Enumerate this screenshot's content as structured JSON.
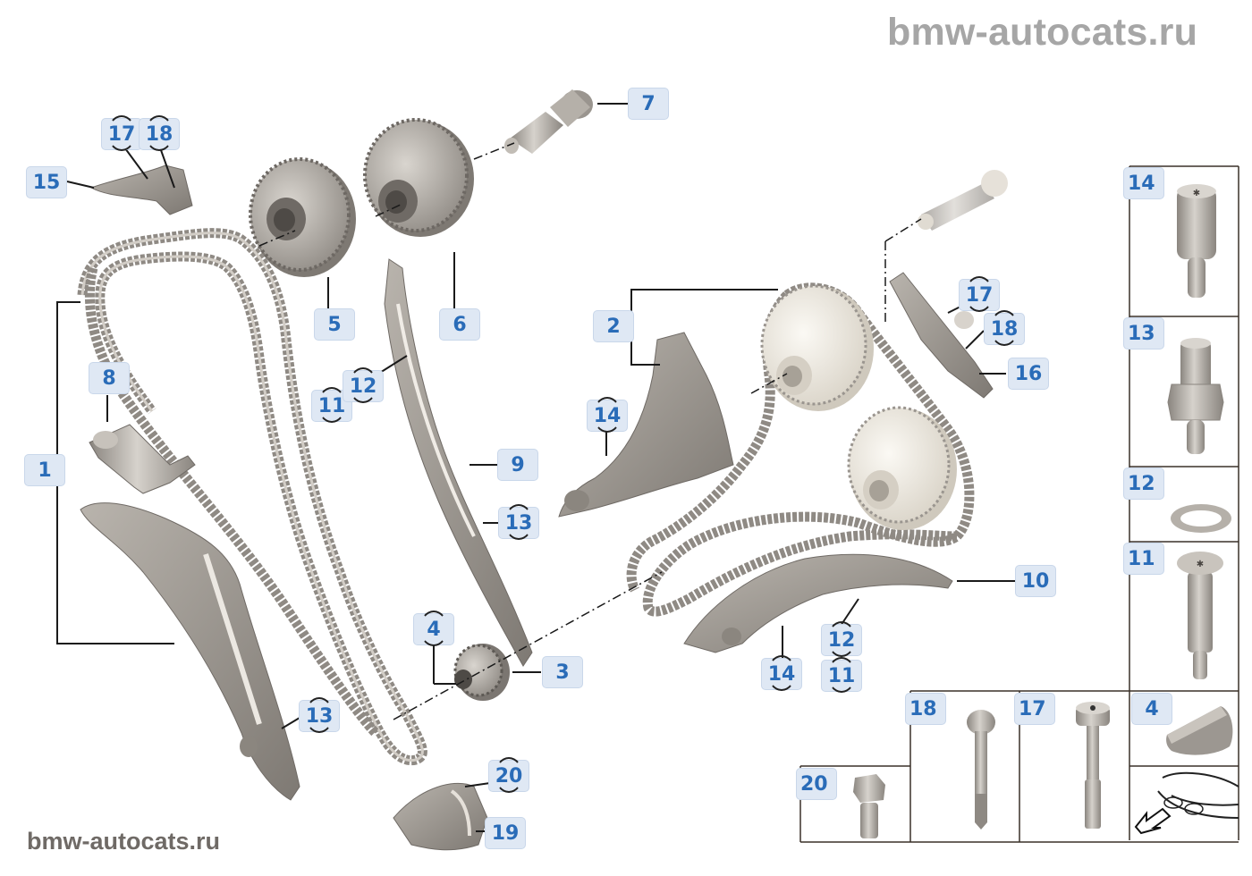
{
  "watermarks": {
    "top": "bmw-autocats.ru",
    "bottom": "bmw-autocats.ru"
  },
  "colors": {
    "callout_bg": "#dfe8f4",
    "callout_text": "#2a6cb8",
    "part_metal": "#a9a49e",
    "part_dark": "#7f7a74",
    "sprocket_light": "#ebe6dc",
    "leader_line": "#1a1a1a",
    "watermark_top": "#a6a6a6",
    "watermark_bottom": "#6f6a66"
  },
  "callouts": {
    "c1": "1",
    "c2": "2",
    "c3": "3",
    "c4": "4",
    "c5": "5",
    "c6": "6",
    "c7": "7",
    "c8": "8",
    "c9": "9",
    "c10": "10",
    "c11a": "11",
    "c11b": "11",
    "c12a": "12",
    "c12b": "12",
    "c13a": "13",
    "c13b": "13",
    "c14a": "14",
    "c14b": "14",
    "c15": "15",
    "c16": "16",
    "c17a": "17",
    "c17b": "17",
    "c18a": "18",
    "c18b": "18",
    "c19": "19",
    "c20": "20"
  },
  "legend_panel": {
    "cells": [
      {
        "label": "14",
        "part": "screw-bolt"
      },
      {
        "label": "13",
        "part": "hex-collar-pin"
      },
      {
        "label": "12",
        "part": "washer"
      },
      {
        "label": "11",
        "part": "torx-pin-bolt"
      },
      {
        "label": "4",
        "part": "woodruff-key"
      },
      {
        "label": "17",
        "part": "socket-cap-bolt"
      },
      {
        "label": "18",
        "part": "pan-head-bolt"
      },
      {
        "label": "20",
        "part": "hex-flange-bolt"
      }
    ],
    "orientation_icon": "vehicle-front-arrow"
  }
}
